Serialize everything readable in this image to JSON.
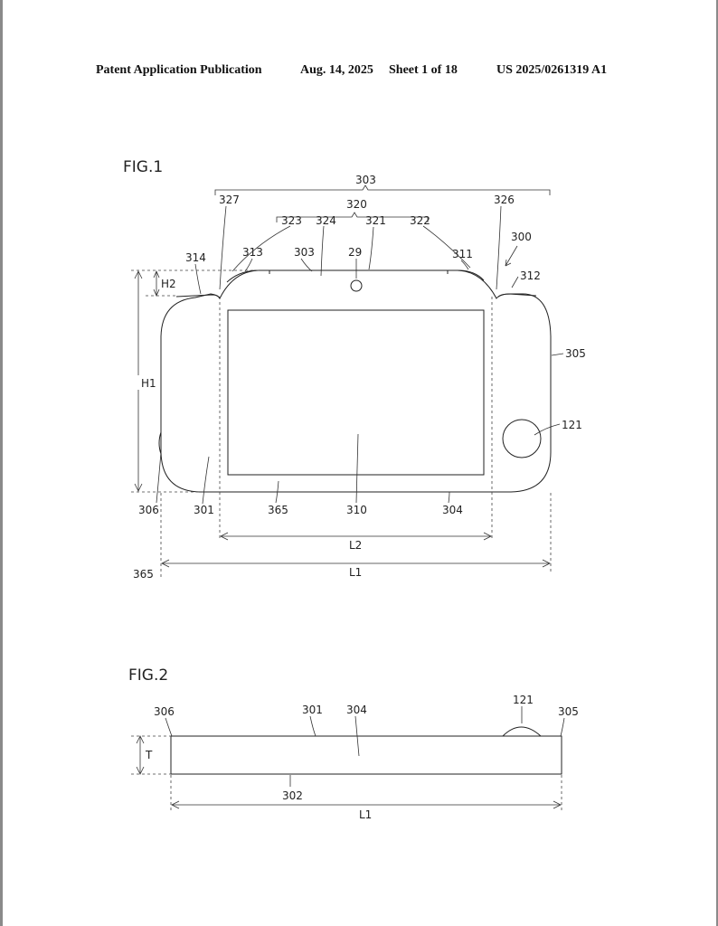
{
  "header": {
    "publication": "Patent Application Publication",
    "date": "Aug. 14, 2025",
    "sheet": "Sheet 1 of 18",
    "number": "US 2025/0261319 A1"
  },
  "fig1": {
    "label": "FIG.1",
    "refs": {
      "r303top": "303",
      "r327": "327",
      "r320": "320",
      "r326": "326",
      "r323": "323",
      "r324": "324",
      "r321": "321",
      "r322": "322",
      "r300": "300",
      "r314": "314",
      "r313": "313",
      "r303": "303",
      "r29": "29",
      "r311": "311",
      "r312": "312",
      "h2": "H2",
      "h1": "H1",
      "r305": "305",
      "r121": "121",
      "r306": "306",
      "r301": "301",
      "r365a": "365",
      "r310": "310",
      "r304": "304",
      "l2": "L2",
      "r365b": "365",
      "l1": "L1"
    }
  },
  "fig2": {
    "label": "FIG.2",
    "refs": {
      "r121": "121",
      "r306": "306",
      "r301": "301",
      "r304": "304",
      "r305": "305",
      "t": "T",
      "r302": "302",
      "l1": "L1"
    }
  }
}
